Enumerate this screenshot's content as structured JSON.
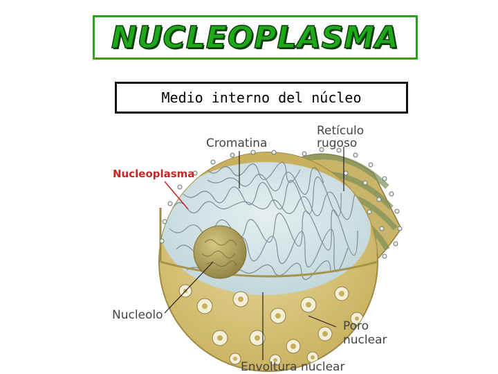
{
  "title": "NUCLEOPLASMA",
  "subtitle": "Medio interno del núcleo",
  "labels": {
    "nucleoplasma": "Nucleoplasma",
    "cromatina": "Cromatina",
    "reticulo_line1": "Retículo",
    "reticulo_line2": "rugoso",
    "nucleolo": "Nucleolo",
    "poro_line1": "Poro",
    "poro_line2": "nuclear",
    "envoltura": "Envoltura nuclear"
  },
  "colors": {
    "title_green": "#1fa81a",
    "label_red": "#c62828"
  }
}
